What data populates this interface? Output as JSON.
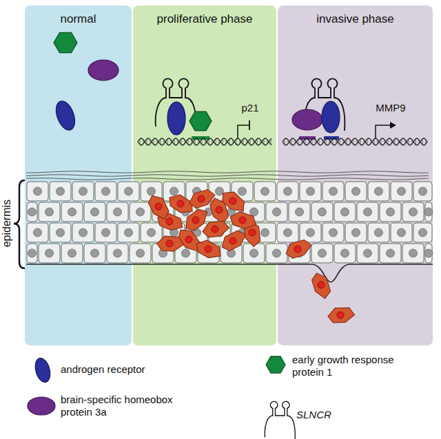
{
  "diagram": {
    "nodes": [
      {
        "text": [
          "normal"
        ]
      },
      {
        "text": [
          "proliferative phase"
        ]
      },
      {
        "text": [
          "invasive phase"
        ]
      }
    ],
    "labels": [
      "p21",
      "MMP9",
      "epidermis"
    ],
    "legend": [
      {
        "text": "androgen receptor"
      },
      {
        "text": "early growth response protein 1"
      },
      {
        "text": "brain-specific homeobox protein 3a"
      },
      {
        "text": "SLNCR"
      }
    ]
  }
}
